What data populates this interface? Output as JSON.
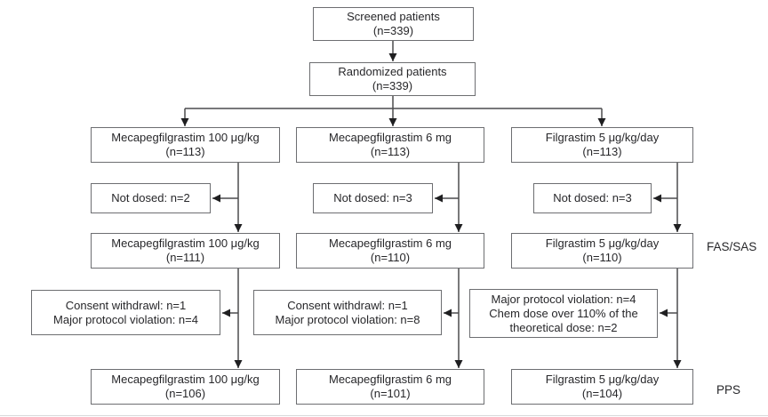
{
  "colors": {
    "background": "#ffffff",
    "box_border": "#6d6e71",
    "connector_line": "#4c4c4e",
    "arrowhead": "#1f1f21",
    "text": "#27272a"
  },
  "flow": {
    "screened": {
      "title": "Screened patients",
      "n": "(n=339)"
    },
    "randomized": {
      "title": "Randomized patients",
      "n": "(n=339)"
    },
    "arms_randomized": [
      {
        "title": "Mecapegfilgrastim 100 μg/kg",
        "n": "(n=113)"
      },
      {
        "title": "Mecapegfilgrastim 6 mg",
        "n": "(n=113)"
      },
      {
        "title": "Filgrastim 5 μg/kg/day",
        "n": "(n=113)"
      }
    ],
    "not_dosed": [
      "Not dosed: n=2",
      "Not dosed: n=3",
      "Not dosed: n=3"
    ],
    "fas_sas": [
      {
        "title": "Mecapegfilgrastim 100 μg/kg",
        "n": "(n=111)"
      },
      {
        "title": "Mecapegfilgrastim 6 mg",
        "n": "(n=110)"
      },
      {
        "title": "Filgrastim 5 μg/kg/day",
        "n": "(n=110)"
      }
    ],
    "exclusions": [
      {
        "lines": [
          "Consent withdrawl: n=1",
          "Major protocol violation: n=4"
        ]
      },
      {
        "lines": [
          "Consent withdrawl: n=1",
          "Major protocol violation: n=8"
        ]
      },
      {
        "lines": [
          "Major protocol violation: n=4",
          "Chem dose over 110% of the",
          "theoretical dose: n=2"
        ]
      }
    ],
    "pps": [
      {
        "title": "Mecapegfilgrastim 100 μg/kg",
        "n": "(n=106)"
      },
      {
        "title": "Mecapegfilgrastim 6 mg",
        "n": "(n=101)"
      },
      {
        "title": "Filgrastim 5 μg/kg/day",
        "n": "(n=104)"
      }
    ],
    "stage_labels": {
      "fas_sas": "FAS/SAS",
      "pps": "PPS"
    }
  }
}
